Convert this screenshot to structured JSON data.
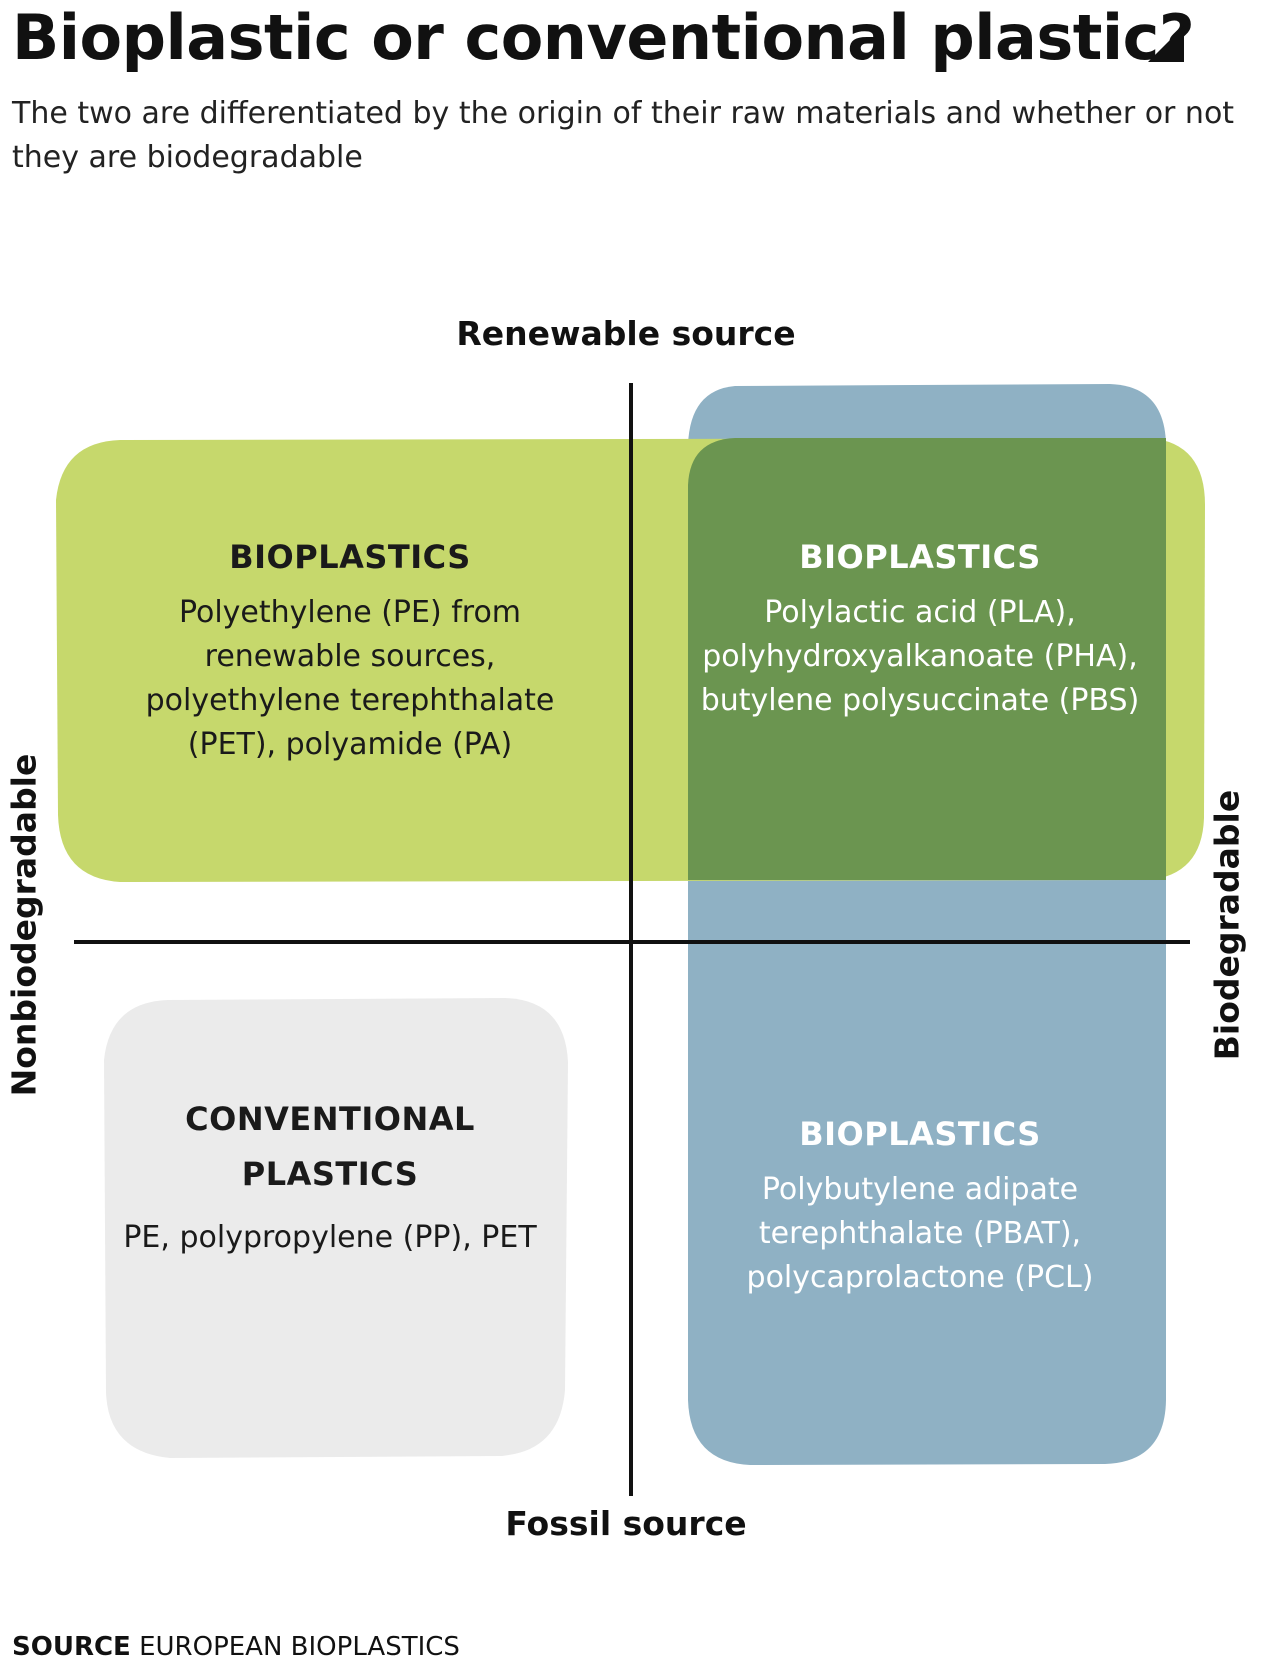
{
  "header": {
    "title": "Bioplastic or conventional plastic?",
    "subtitle": "The two are differentiated by the origin of their raw materials and whether or not they are biodegradable"
  },
  "axes": {
    "top": "Renewable source",
    "bottom": "Fossil source",
    "left": "Nonbiodegradable",
    "right": "Biodegradable"
  },
  "quadrants": {
    "top_left": {
      "title": "BIOPLASTICS",
      "text": "Polyethylene (PE) from renewable sources, polyethylene terephthalate (PET), polyamide (PA)"
    },
    "top_right": {
      "title": "BIOPLASTICS",
      "text": "Polylactic acid (PLA), polyhydroxyalkanoate (PHA), butylene polysuccinate (PBS)"
    },
    "bottom_left": {
      "title": "CONVENTIONAL PLASTICS",
      "text": "PE, polypropylene (PP), PET"
    },
    "bottom_right": {
      "title": "BIOPLASTICS",
      "text": "Polybutylene adipate terephthalate (PBAT), polycaprolactone (PCL)"
    }
  },
  "source": {
    "label": "SOURCE",
    "text": "EUROPEAN BIOPLASTICS"
  },
  "colors": {
    "green_zone": "#c6d86c",
    "blue_zone": "#8fb1c4",
    "overlap_zone": "#6b9550",
    "grey_zone": "#ebebeb",
    "axis_line": "#111111"
  }
}
